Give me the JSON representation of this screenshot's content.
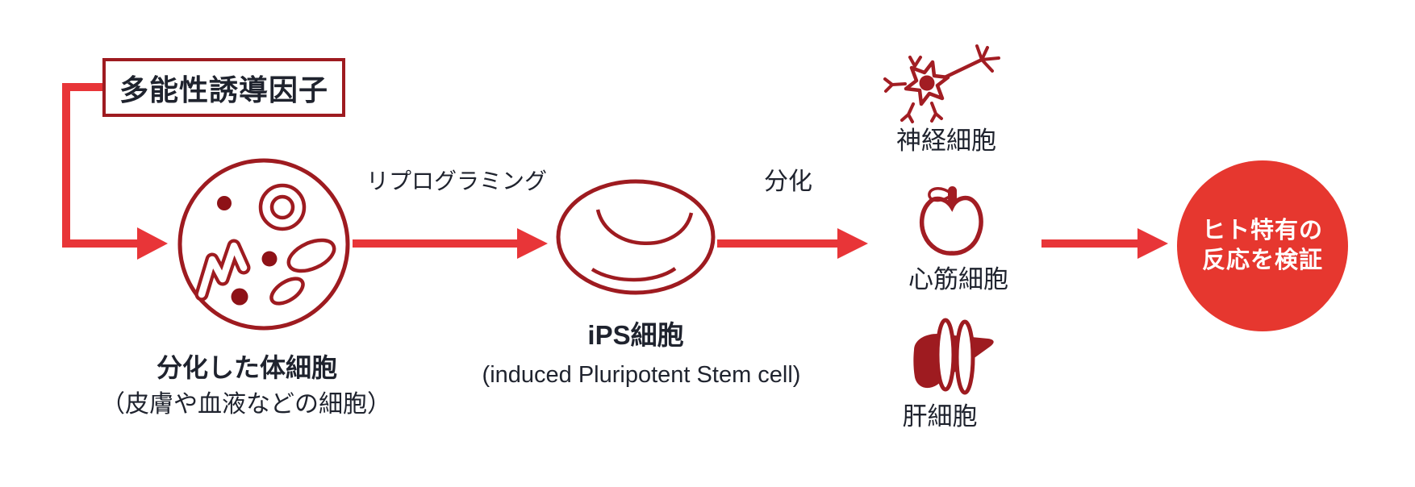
{
  "title_box": {
    "label": "多能性誘導因子"
  },
  "somatic_cell": {
    "title": "分化した体細胞",
    "subtitle": "（皮膚や血液などの細胞）"
  },
  "reprogramming_arrow": {
    "label": "リプログラミング"
  },
  "ips_cell": {
    "title": "iPS細胞",
    "subtitle": "(induced Pluripotent Stem cell)"
  },
  "differentiation_arrow": {
    "label": "分化"
  },
  "cell_types": [
    {
      "label": "神経細胞",
      "icon": "neuron-icon"
    },
    {
      "label": "心筋細胞",
      "icon": "heart-icon"
    },
    {
      "label": "肝細胞",
      "icon": "liver-icon"
    }
  ],
  "result": {
    "line1": "ヒト特有の",
    "line2": "反応を検証"
  },
  "colors": {
    "dark_red": "#9e1b20",
    "maroon_fill": "#8e1217",
    "bright_red": "#e83538",
    "result_red": "#e6372f",
    "text": "#1f232e"
  }
}
